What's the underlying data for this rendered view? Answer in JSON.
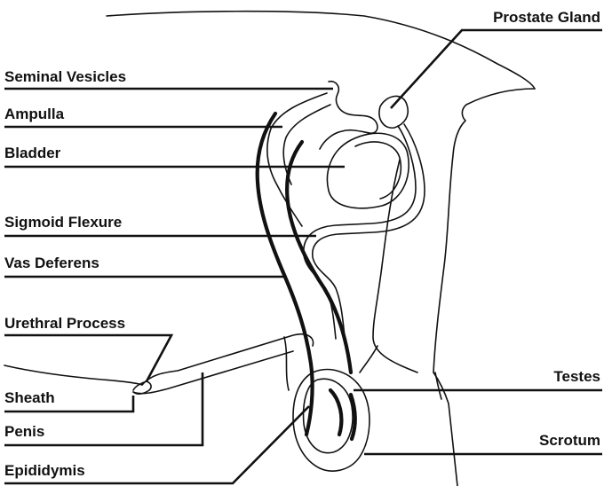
{
  "labels": {
    "prostate_gland": "Prostate Gland",
    "seminal_vesicles": "Seminal Vesicles",
    "ampulla": "Ampulla",
    "bladder": "Bladder",
    "sigmoid_flexure": "Sigmoid Flexure",
    "vas_deferens": "Vas Deferens",
    "urethral_process": "Urethral Process",
    "sheath": "Sheath",
    "penis": "Penis",
    "epididymis": "Epididymis",
    "testes": "Testes",
    "scrotum": "Scrotum"
  },
  "colors": {
    "ink": "#111111",
    "background": "#ffffff"
  }
}
